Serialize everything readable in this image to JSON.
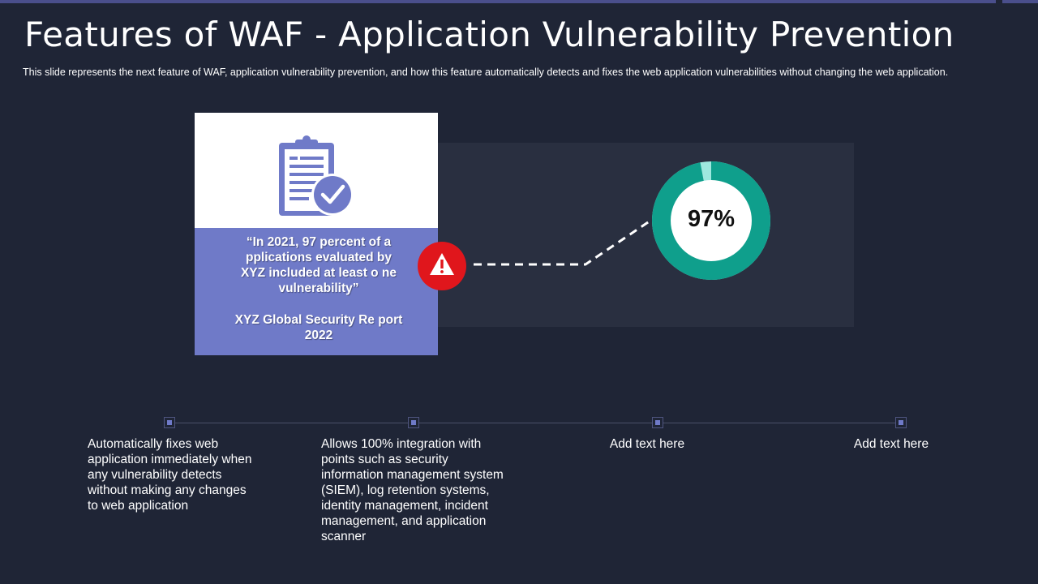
{
  "header": {
    "title": "Features of WAF - Application Vulnerability Prevention",
    "subtitle": "This slide represents the next feature of WAF, application vulnerability  prevention,  and how this feature  automatically detects and fixes the web application vulnerabilities  without  changing the web application."
  },
  "card": {
    "icon": "clipboard-check-icon",
    "quote": "“In 2021, 97 percent of a pplications evaluated by XYZ included at least o ne vulnerability”",
    "source": "XYZ Global Security Re port 2022"
  },
  "alert": {
    "icon": "warning-triangle-icon",
    "color": "#e0161c"
  },
  "stat": {
    "value_label": "97%",
    "percent": 97,
    "ring_color": "#0f9f8c",
    "remainder_color": "#9ee8df"
  },
  "features": [
    {
      "text": "Automatically fixes web application immediately when any vulnerability detects without making any changes to web application"
    },
    {
      "text": "Allows 100% integration with points such as security information management system (SIEM), log retention systems, identity management, incident management, and application scanner"
    },
    {
      "text": "Add text here"
    },
    {
      "text": "Add text here"
    }
  ],
  "colors": {
    "background": "#1f2536",
    "accent": "#6f7ac8",
    "panel": "#292f40"
  }
}
